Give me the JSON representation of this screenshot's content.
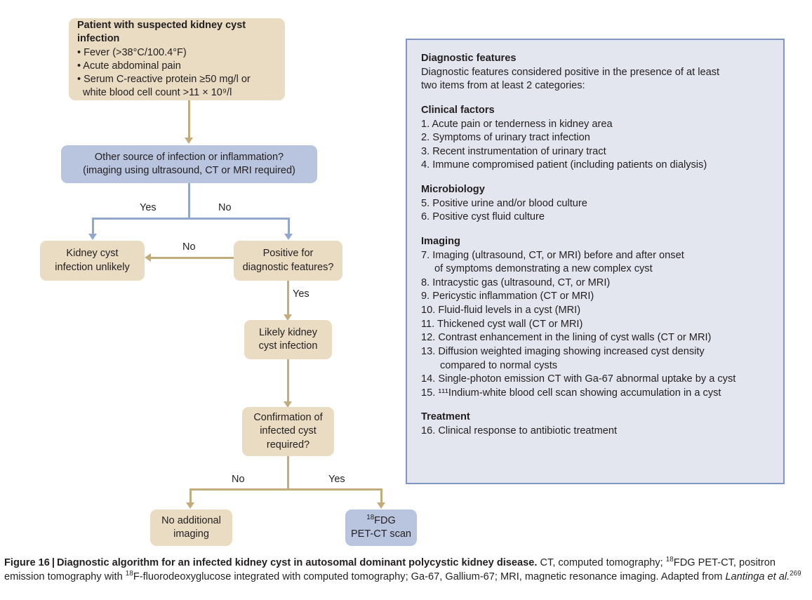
{
  "flowchart": {
    "nodes": {
      "start": {
        "title": "Patient with suspected kidney cyst infection",
        "bullets": [
          "• Fever (>38°C/100.4°F)",
          "• Acute abdominal pain",
          "• Serum C-reactive protein ≥50 mg/l or",
          "white blood cell count >11 × 10⁹/l"
        ]
      },
      "other_source": {
        "line1": "Other source of infection or inflammation?",
        "line2": "(imaging using ultrasound, CT or MRI required)"
      },
      "unlikely": {
        "line1": "Kidney cyst",
        "line2": "infection unlikely"
      },
      "positive": {
        "line1": "Positive for",
        "line2": "diagnostic features?"
      },
      "likely": {
        "line1": "Likely kidney",
        "line2": "cyst infection"
      },
      "confirmation": {
        "line1": "Confirmation of",
        "line2": "infected cyst",
        "line3": "required?"
      },
      "no_imaging": {
        "line1": "No additional",
        "line2": "imaging"
      },
      "petct": {
        "line1_sup": "18",
        "line1": "FDG",
        "line2": "PET-CT scan"
      }
    },
    "edge_labels": {
      "other_yes": "Yes",
      "other_no": "No",
      "positive_no": "No",
      "positive_yes": "Yes",
      "confirm_no": "No",
      "confirm_yes": "Yes"
    },
    "colors": {
      "tan_fill": "#e9dcc2",
      "blue_fill": "#b9c5de",
      "tan_connector": "#c3ac7b",
      "blue_connector": "#91a7cd"
    }
  },
  "panel": {
    "heading": "Diagnostic features",
    "intro_line1": "Diagnostic features considered positive in the presence of at least",
    "intro_line2": "two items from at least 2 categories:",
    "sections": [
      {
        "title": "Clinical factors",
        "items": [
          "1. Acute pain or tenderness in kidney area",
          "2. Symptoms of urinary tract infection",
          "3. Recent instrumentation of urinary tract",
          "4. Immune compromised patient (including patients on dialysis)"
        ]
      },
      {
        "title": "Microbiology",
        "items": [
          "5. Positive urine and/or blood culture",
          "6. Positive cyst fluid culture"
        ]
      },
      {
        "title": "Imaging",
        "items": [
          "7. Imaging (ultrasound, CT, or MRI) before and after onset",
          "of symptoms demonstrating a new complex cyst",
          "8. Intracystic gas (ultrasound, CT, or MRI)",
          "9. Pericystic inflammation (CT or MRI)",
          "10. Fluid-fluid levels in a cyst (MRI)",
          "11. Thickened cyst wall (CT or MRI)",
          "12. Contrast enhancement in the lining of cyst walls (CT or MRI)",
          "13. Diffusion weighted imaging showing increased cyst density",
          "compared to normal cysts",
          "14. Single-photon emission CT with Ga-67 abnormal uptake by a cyst",
          "15. ¹¹¹Indium-white blood cell scan showing accumulation in a cyst"
        ]
      },
      {
        "title": "Treatment",
        "items": [
          "16. Clinical response to antibiotic treatment"
        ]
      }
    ],
    "colors": {
      "background": "#e3e5ef",
      "border": "#7f96c4"
    }
  },
  "caption": {
    "label": "Figure 16",
    "separator": "|",
    "bold_title": "Diagnostic algorithm for an infected kidney cyst in autosomal dominant polycystic kidney disease.",
    "rest_part1": " CT, computed tomography; ",
    "sup1": "18",
    "rest_part2": "FDG PET-CT, positron emission tomography with ",
    "sup2": "18",
    "rest_part3": "F-fluorodeoxyglucose integrated with computed tomography; Ga-67, Gallium-67; MRI, magnetic resonance imaging. Adapted from ",
    "italic_part": "Lantinga et al.",
    "reference": "269"
  }
}
